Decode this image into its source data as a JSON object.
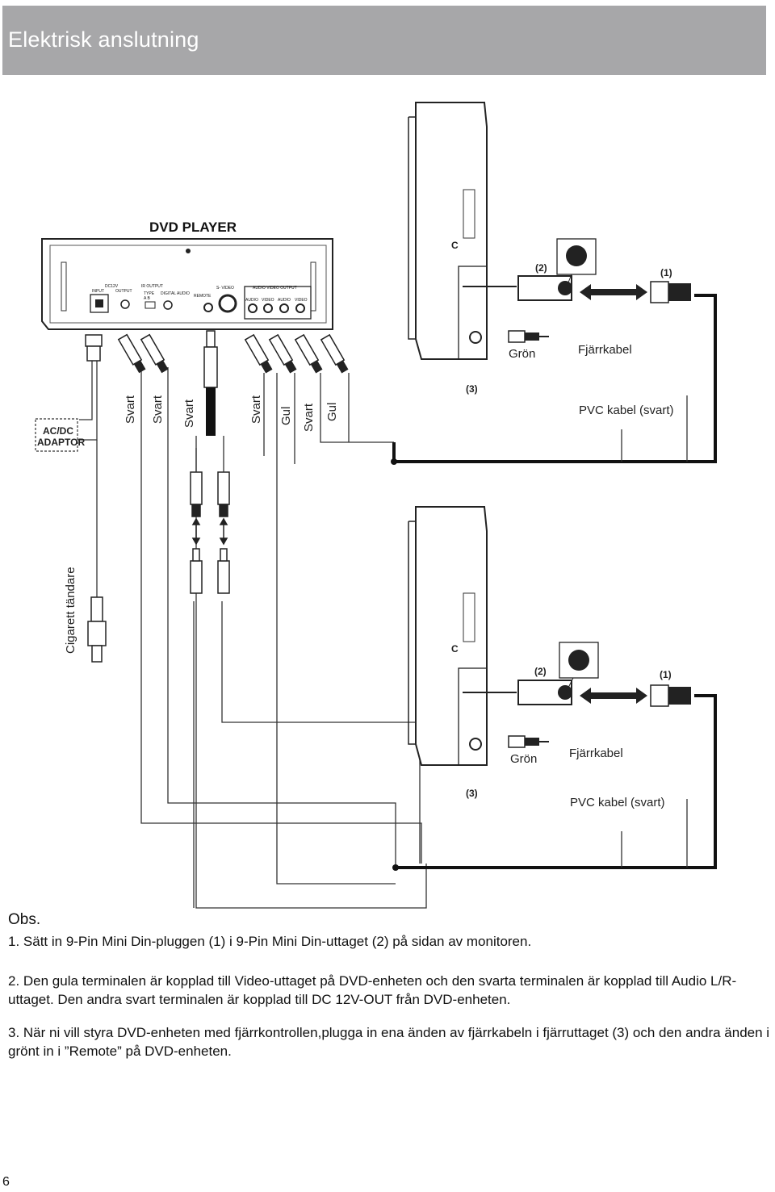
{
  "header": {
    "title": "Elektrisk anslutning"
  },
  "diagram": {
    "dvd_player_title": "DVD PLAYER",
    "panel_labels": {
      "dc12v": "DC12V",
      "input": "INPUT",
      "output": "OUTPUT",
      "ir_output": "IR OUTPUT",
      "type": "TYPE",
      "ab": "A  B",
      "digital_audio": "DIGITAL AUDIO",
      "remote": "REMOTE",
      "s_video": "S- VIDEO",
      "av_output": "AUDIO VIDEO OUTPUT",
      "audio": "AUDIO",
      "video": "VIDEO"
    },
    "adaptor_line1": "AC/DC",
    "adaptor_line2": "ADAPTOR",
    "cigarette": "Cigarett tändare",
    "cable_colors": [
      "Svart",
      "Svart",
      "Svart",
      "Svart",
      "Gul",
      "Svart",
      "Gul"
    ],
    "monitor_top": {
      "label_1": "(1)",
      "label_2": "(2)",
      "label_3": "(3)",
      "green": "Grön",
      "remote_cable": "Fjärrkabel",
      "pvc_cable": "PVC kabel (svart)"
    },
    "monitor_bottom": {
      "label_1": "(1)",
      "label_2": "(2)",
      "label_3": "(3)",
      "green": "Grön",
      "remote_cable": "Fjärrkabel",
      "pvc_cable": "PVC kabel (svart)"
    }
  },
  "notes": {
    "heading": "Obs.",
    "items": [
      "1. Sätt in 9-Pin Mini Din-pluggen (1) i 9-Pin Mini Din-uttaget (2) på sidan av monitoren.",
      "2. Den gula terminalen är kopplad till Video-uttaget på DVD-enheten och den svarta terminalen är kopplad till Audio L/R-uttaget. Den andra svart terminalen är kopplad till DC 12V-OUT från DVD-enheten.",
      "3. När ni vill styra DVD-enheten med fjärrkontrollen,plugga in ena änden av fjärrkabeln i fjärruttaget (3) och den andra änden i grönt in i ”Remote” på DVD-enheten."
    ]
  },
  "page_number": "6"
}
